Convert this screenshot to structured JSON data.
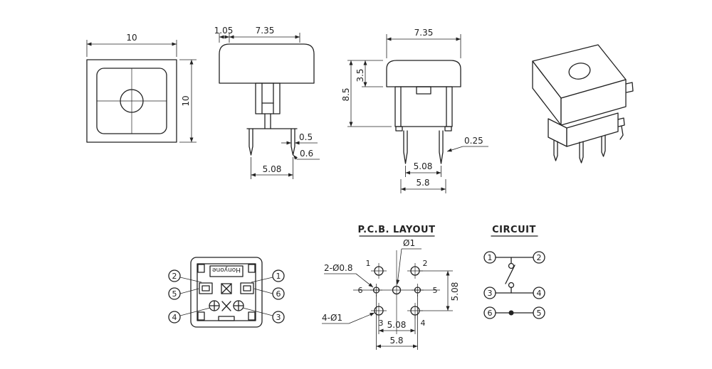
{
  "colors": {
    "ink": "#222222",
    "background": "#ffffff"
  },
  "top_view": {
    "dim_width": "10",
    "dim_height": "10"
  },
  "front_view": {
    "dim_cap_lip": "1.05",
    "dim_body_width": "7.35",
    "dim_pin_width": "0.5",
    "dim_pin_tip": "0.6",
    "dim_pin_pitch": "5.08"
  },
  "side_view": {
    "dim_cap_width": "7.35",
    "dim_cap_height": "3.5",
    "dim_total_height": "8.5",
    "dim_pin_pitch": "5.08",
    "dim_row_pitch": "5.8",
    "dim_pin_thickness": "0.25"
  },
  "bottom_view": {
    "brand": "Honyone",
    "left_labels": [
      "2",
      "5",
      "4"
    ],
    "right_labels": [
      "1",
      "6",
      "3"
    ]
  },
  "pcb_layout": {
    "title": "P.C.B. LAYOUT",
    "center_hole": "Ø1",
    "small_holes": "2-Ø0.8",
    "corner_holes": "4-Ø1",
    "pins": {
      "p1": "1",
      "p2": "2",
      "p3": "3",
      "p4": "4",
      "p5": "5",
      "p6": "6"
    },
    "dim_h_pitch": "5.08",
    "dim_v_pitch": "5.08",
    "dim_row_pitch": "5.8"
  },
  "circuit": {
    "title": "CIRCUIT",
    "pins": {
      "p1": "1",
      "p2": "2",
      "p3": "3",
      "p4": "4",
      "p5": "5",
      "p6": "6"
    }
  }
}
